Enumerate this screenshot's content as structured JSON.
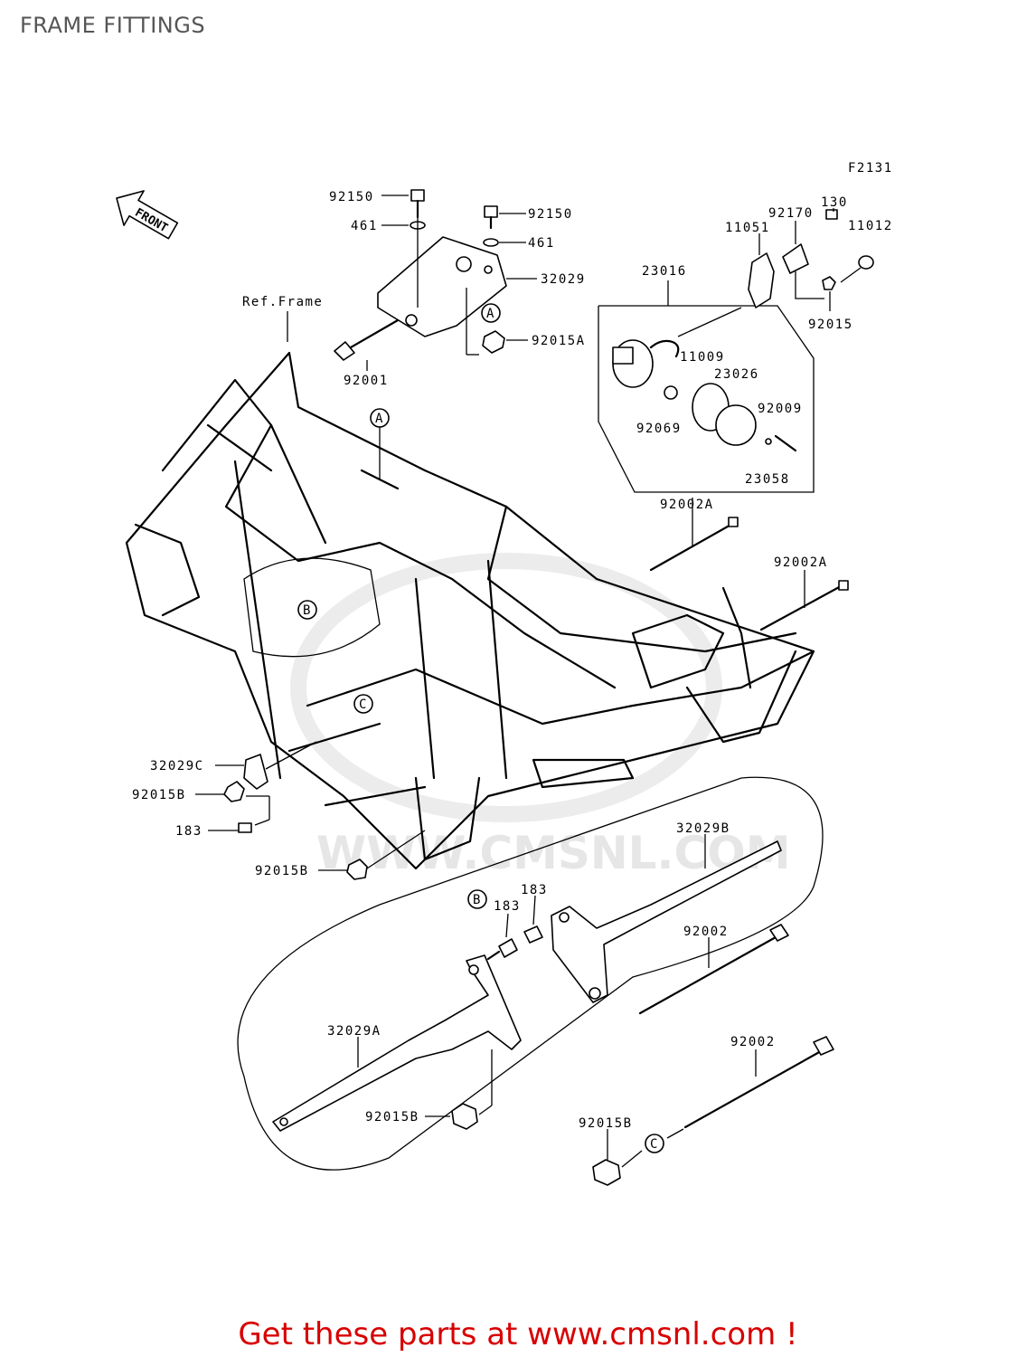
{
  "title": "FRAME FITTINGS",
  "figure_code": "F2131",
  "front_label": "FRONT",
  "ref_frame_label": "Ref.Frame",
  "watermark": "WWW.CMSNL.COM",
  "callouts": [
    "A",
    "B",
    "C"
  ],
  "part_labels": [
    "92150",
    "461",
    "92150",
    "461",
    "32029",
    "92015A",
    "92001",
    "23016",
    "11051",
    "92170",
    "130",
    "11012",
    "92015",
    "11009",
    "23026",
    "92009",
    "92069",
    "23058",
    "92002A",
    "92002A",
    "32029C",
    "92015B",
    "183",
    "92015B",
    "32029B",
    "183",
    "183",
    "92002",
    "32029A",
    "92015B",
    "92002",
    "92015B"
  ],
  "footer_text": "Get these parts at www.cmsnl.com !"
}
